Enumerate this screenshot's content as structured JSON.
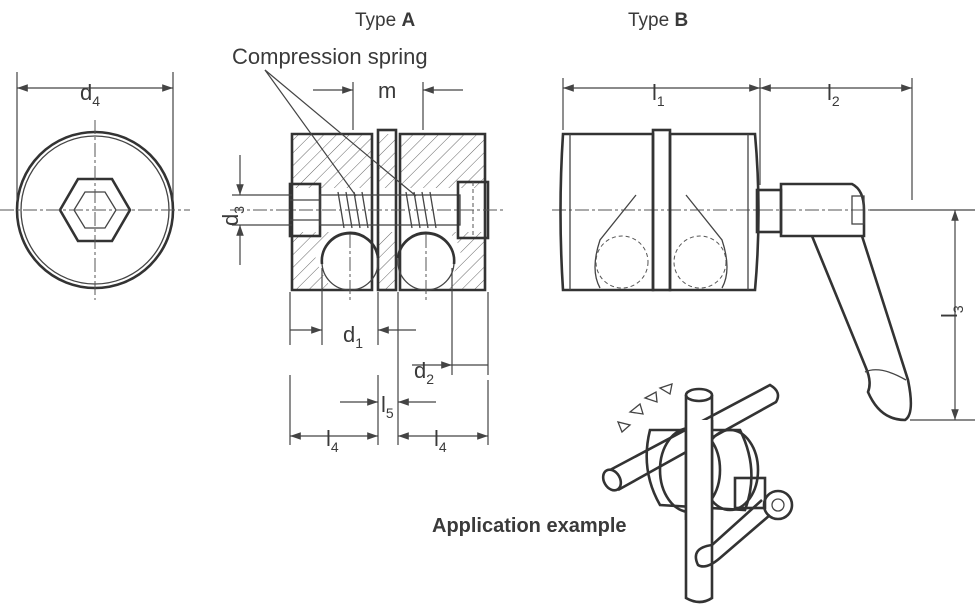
{
  "headings": {
    "type_a_prefix": "Type ",
    "type_a_letter": "A",
    "type_b_prefix": "Type ",
    "type_b_letter": "B"
  },
  "annotations": {
    "compression_spring": "Compression spring",
    "application_example": "Application example"
  },
  "dimensions": {
    "d4": {
      "base": "d",
      "sub": "4"
    },
    "m": {
      "base": "m",
      "sub": ""
    },
    "d3": {
      "base": "d",
      "sub": "3"
    },
    "d1": {
      "base": "d",
      "sub": "1"
    },
    "d2": {
      "base": "d",
      "sub": "2"
    },
    "l5": {
      "base": "l",
      "sub": "5"
    },
    "l4_left": {
      "base": "l",
      "sub": "4"
    },
    "l4_right": {
      "base": "l",
      "sub": "4"
    },
    "l1": {
      "base": "l",
      "sub": "1"
    },
    "l2": {
      "base": "l",
      "sub": "2"
    },
    "l3": {
      "base": "l",
      "sub": "3"
    }
  }
}
